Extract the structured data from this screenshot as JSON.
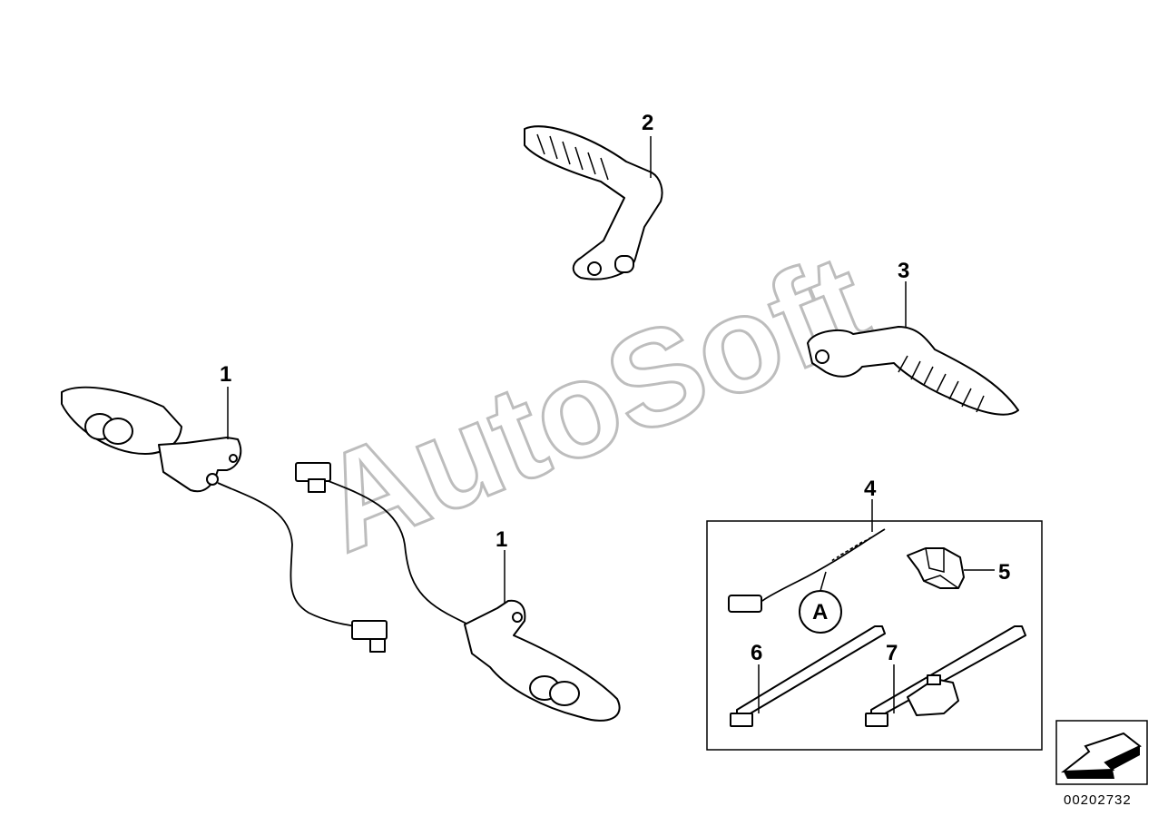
{
  "watermark": "AutoSoft",
  "callouts": {
    "c1a": "1",
    "c1b": "1",
    "c2": "2",
    "c3": "3",
    "c4": "4",
    "c5": "5",
    "c6": "6",
    "c7": "7",
    "detail": "A"
  },
  "diagram_code": "00202732",
  "colors": {
    "line": "#000000",
    "watermark_outline": "#bdbdbd",
    "background": "#ffffff"
  },
  "icons": {
    "nav_arrow": "arrow-down-left-icon"
  }
}
